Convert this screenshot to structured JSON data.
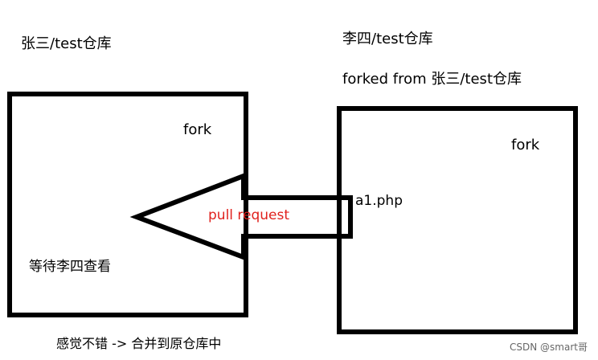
{
  "left_repo": {
    "name": "张三/test仓库",
    "inner_label": "fork",
    "waiting_text": "等待李四查看",
    "footer_text": "感觉不错  ->  合并到原仓库中"
  },
  "right_repo": {
    "name": "李四/test仓库",
    "forked_from": "forked from  张三/test仓库",
    "inner_label": "fork",
    "file_label": "a1.php"
  },
  "arrow": {
    "label": "pull request",
    "label_color": "#e0211d",
    "stroke_color": "#000000"
  },
  "watermark": "CSDN @smart哥"
}
